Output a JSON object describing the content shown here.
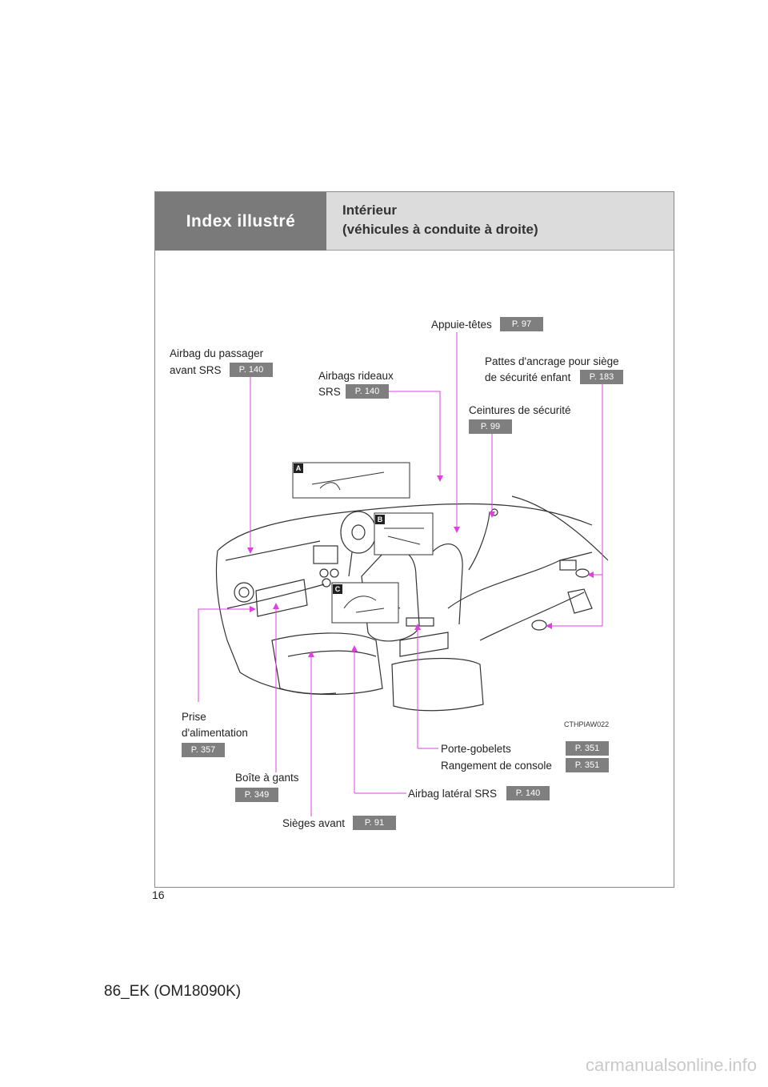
{
  "header": {
    "section": "Index illustré",
    "title_line1": "Intérieur",
    "title_line2": "(véhicules à conduite à droite)"
  },
  "callouts": {
    "appuie_tetes": {
      "label": "Appuie-têtes",
      "page": "P. 97"
    },
    "airbag_passager": {
      "label_line1": "Airbag du passager",
      "label_line2": "avant SRS",
      "page": "P. 140"
    },
    "airbags_rideaux": {
      "label_line1": "Airbags rideaux",
      "label_line2": "SRS",
      "page": "P. 140"
    },
    "pattes_ancrage": {
      "label_line1": "Pattes d'ancrage pour siège",
      "label_line2": "de sécurité enfant",
      "page": "P. 183"
    },
    "ceintures": {
      "label": "Ceintures de sécurité",
      "page": "P. 99"
    },
    "prise": {
      "label_line1": "Prise",
      "label_line2": "d'alimentation",
      "page": "P. 357"
    },
    "boite_gants": {
      "label": "Boîte à gants",
      "page": "P. 349"
    },
    "sieges_avant": {
      "label": "Sièges avant",
      "page": "P. 91"
    },
    "airbag_lateral": {
      "label": "Airbag latéral SRS",
      "page": "P. 140"
    },
    "porte_gobelets": {
      "label": "Porte-gobelets",
      "page": "P. 351"
    },
    "rangement_console": {
      "label": "Rangement de console",
      "page": "P. 351"
    }
  },
  "insets": {
    "a": "A",
    "b": "B",
    "c": "C"
  },
  "image_code": "CTHPIAW022",
  "page_number": "16",
  "footer": "86_EK (OM18090K)",
  "watermark": "carmanualsonline.info",
  "colors": {
    "leader": "#e040e0",
    "badge": "#7f7f7f",
    "header_dark": "#7a7a7a",
    "header_light": "#dcdcdc"
  }
}
